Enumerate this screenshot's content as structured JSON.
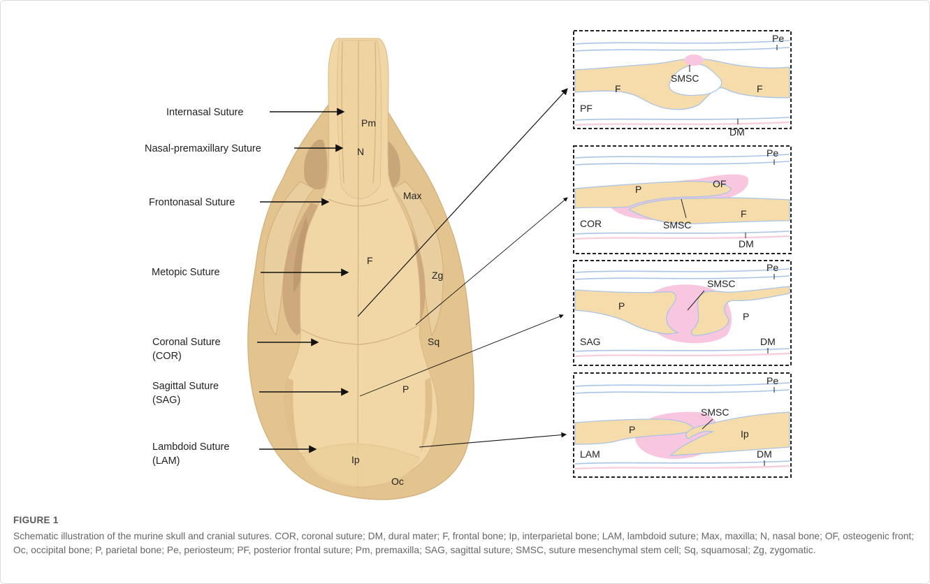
{
  "skull": {
    "suture_labels": [
      {
        "name": "internasal",
        "lines": [
          "Internasal Suture"
        ]
      },
      {
        "name": "nasal-premaxillary",
        "lines": [
          "Nasal-premaxillary Suture"
        ]
      },
      {
        "name": "frontonasal",
        "lines": [
          "Frontonasal Suture"
        ]
      },
      {
        "name": "metopic",
        "lines": [
          "Metopic Suture"
        ]
      },
      {
        "name": "coronal",
        "lines": [
          "Coronal Suture",
          "(COR)"
        ]
      },
      {
        "name": "sagittal",
        "lines": [
          "Sagittal Suture",
          "(SAG)"
        ]
      },
      {
        "name": "lambdoid",
        "lines": [
          "Lambdoid Suture",
          "(LAM)"
        ]
      }
    ],
    "bone_labels": {
      "pm": "Pm",
      "n": "N",
      "max": "Max",
      "f": "F",
      "zg": "Zg",
      "sq": "Sq",
      "p": "P",
      "ip": "Ip",
      "oc": "Oc"
    }
  },
  "panels": [
    {
      "id": "pf",
      "name": "PF",
      "pe": "Pe",
      "dm": "DM",
      "smsc": "SMSC",
      "left": "F",
      "right": "F"
    },
    {
      "id": "cor",
      "name": "COR",
      "pe": "Pe",
      "dm": "DM",
      "smsc": "SMSC",
      "left": "P",
      "right": "F",
      "of": "OF"
    },
    {
      "id": "sag",
      "name": "SAG",
      "pe": "Pe",
      "dm": "DM",
      "smsc": "SMSC",
      "left": "P",
      "right": "P"
    },
    {
      "id": "lam",
      "name": "LAM",
      "pe": "Pe",
      "dm": "DM",
      "smsc": "SMSC",
      "left": "P",
      "right": "Ip"
    }
  ],
  "caption": {
    "title": "FIGURE 1",
    "text": "Schematic illustration of the murine skull and cranial sutures. COR, coronal suture; DM, dural mater; F, frontal bone; Ip, interparietal bone; LAM, lambdoid suture; Max, maxilla; N, nasal bone; OF, osteogenic front; Oc, occipital bone; P, parietal bone; Pe, periosteum; PF, posterior frontal suture; Pm, premaxilla; SAG, sagittal suture; SMSC, suture mesenchymal stem cell; Sq, squamosal; Zg, zygomatic."
  },
  "colors": {
    "bone": "#F5DCAA",
    "skull_base": "#E3C48E",
    "skull_shadow": "#C9A57A",
    "skull_top": "#F1D7A6",
    "membrane": "#A9C4E6",
    "mesenchyme": "#F8C6DE",
    "dura": "#F7D0DC"
  }
}
